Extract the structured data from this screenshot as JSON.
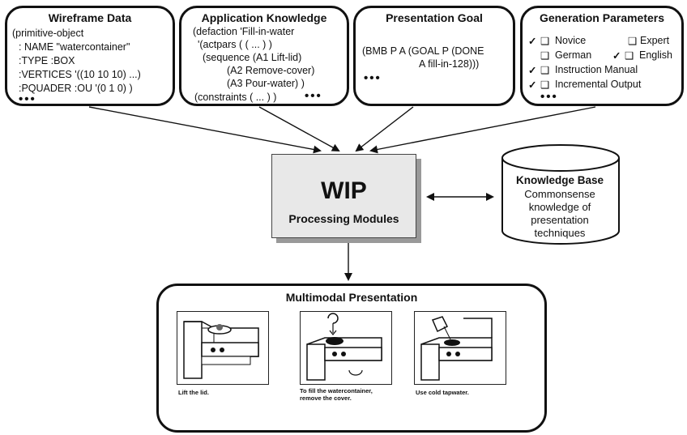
{
  "wireframe": {
    "title": "Wireframe Data",
    "lines": [
      "(primitive-object",
      ": NAME \"watercontainer\"",
      ":TYPE :BOX",
      ":VERTICES '((10 10 10) ...)",
      ":PQUADER :OU '(0 1 0) )"
    ],
    "dots": "•••"
  },
  "application": {
    "title": "Application Knowledge",
    "lines": [
      "(defaction 'Fill-in-water",
      "'(actpars ( ( ... ) )",
      "(sequence (A1 Lift-lid)",
      "(A2 Remove-cover)",
      "(A3 Pour-water) )",
      "(constraints ( ... ) )"
    ],
    "dots": "•••"
  },
  "goal": {
    "title": "Presentation Goal",
    "lines": [
      "(BMB P A (GOAL P (DONE",
      "A fill-in-128)))"
    ],
    "dots": "•••"
  },
  "parameters": {
    "title": "Generation Parameters",
    "items": [
      {
        "label": "Novice",
        "checked": true
      },
      {
        "label": "Expert",
        "checked": false
      },
      {
        "label": "German",
        "checked": false
      },
      {
        "label": "English",
        "checked": true
      },
      {
        "label": "Instruction Manual",
        "checked": true
      },
      {
        "label": "Incremental Output",
        "checked": true
      }
    ],
    "dots": "•••",
    "check_glyph": "✓",
    "box_glyph": "❑"
  },
  "wip": {
    "title": "WIP",
    "subtitle": "Processing Modules"
  },
  "knowledge_base": {
    "title": "Knowledge Base",
    "lines": [
      "Commonsense",
      "knowledge of",
      "presentation",
      "techniques"
    ]
  },
  "multimodal": {
    "title": "Multimodal Presentation",
    "captions": [
      "Lift the lid.",
      "To fill the watercontainer,\nremove the cover.",
      "Use cold tapwater."
    ]
  }
}
